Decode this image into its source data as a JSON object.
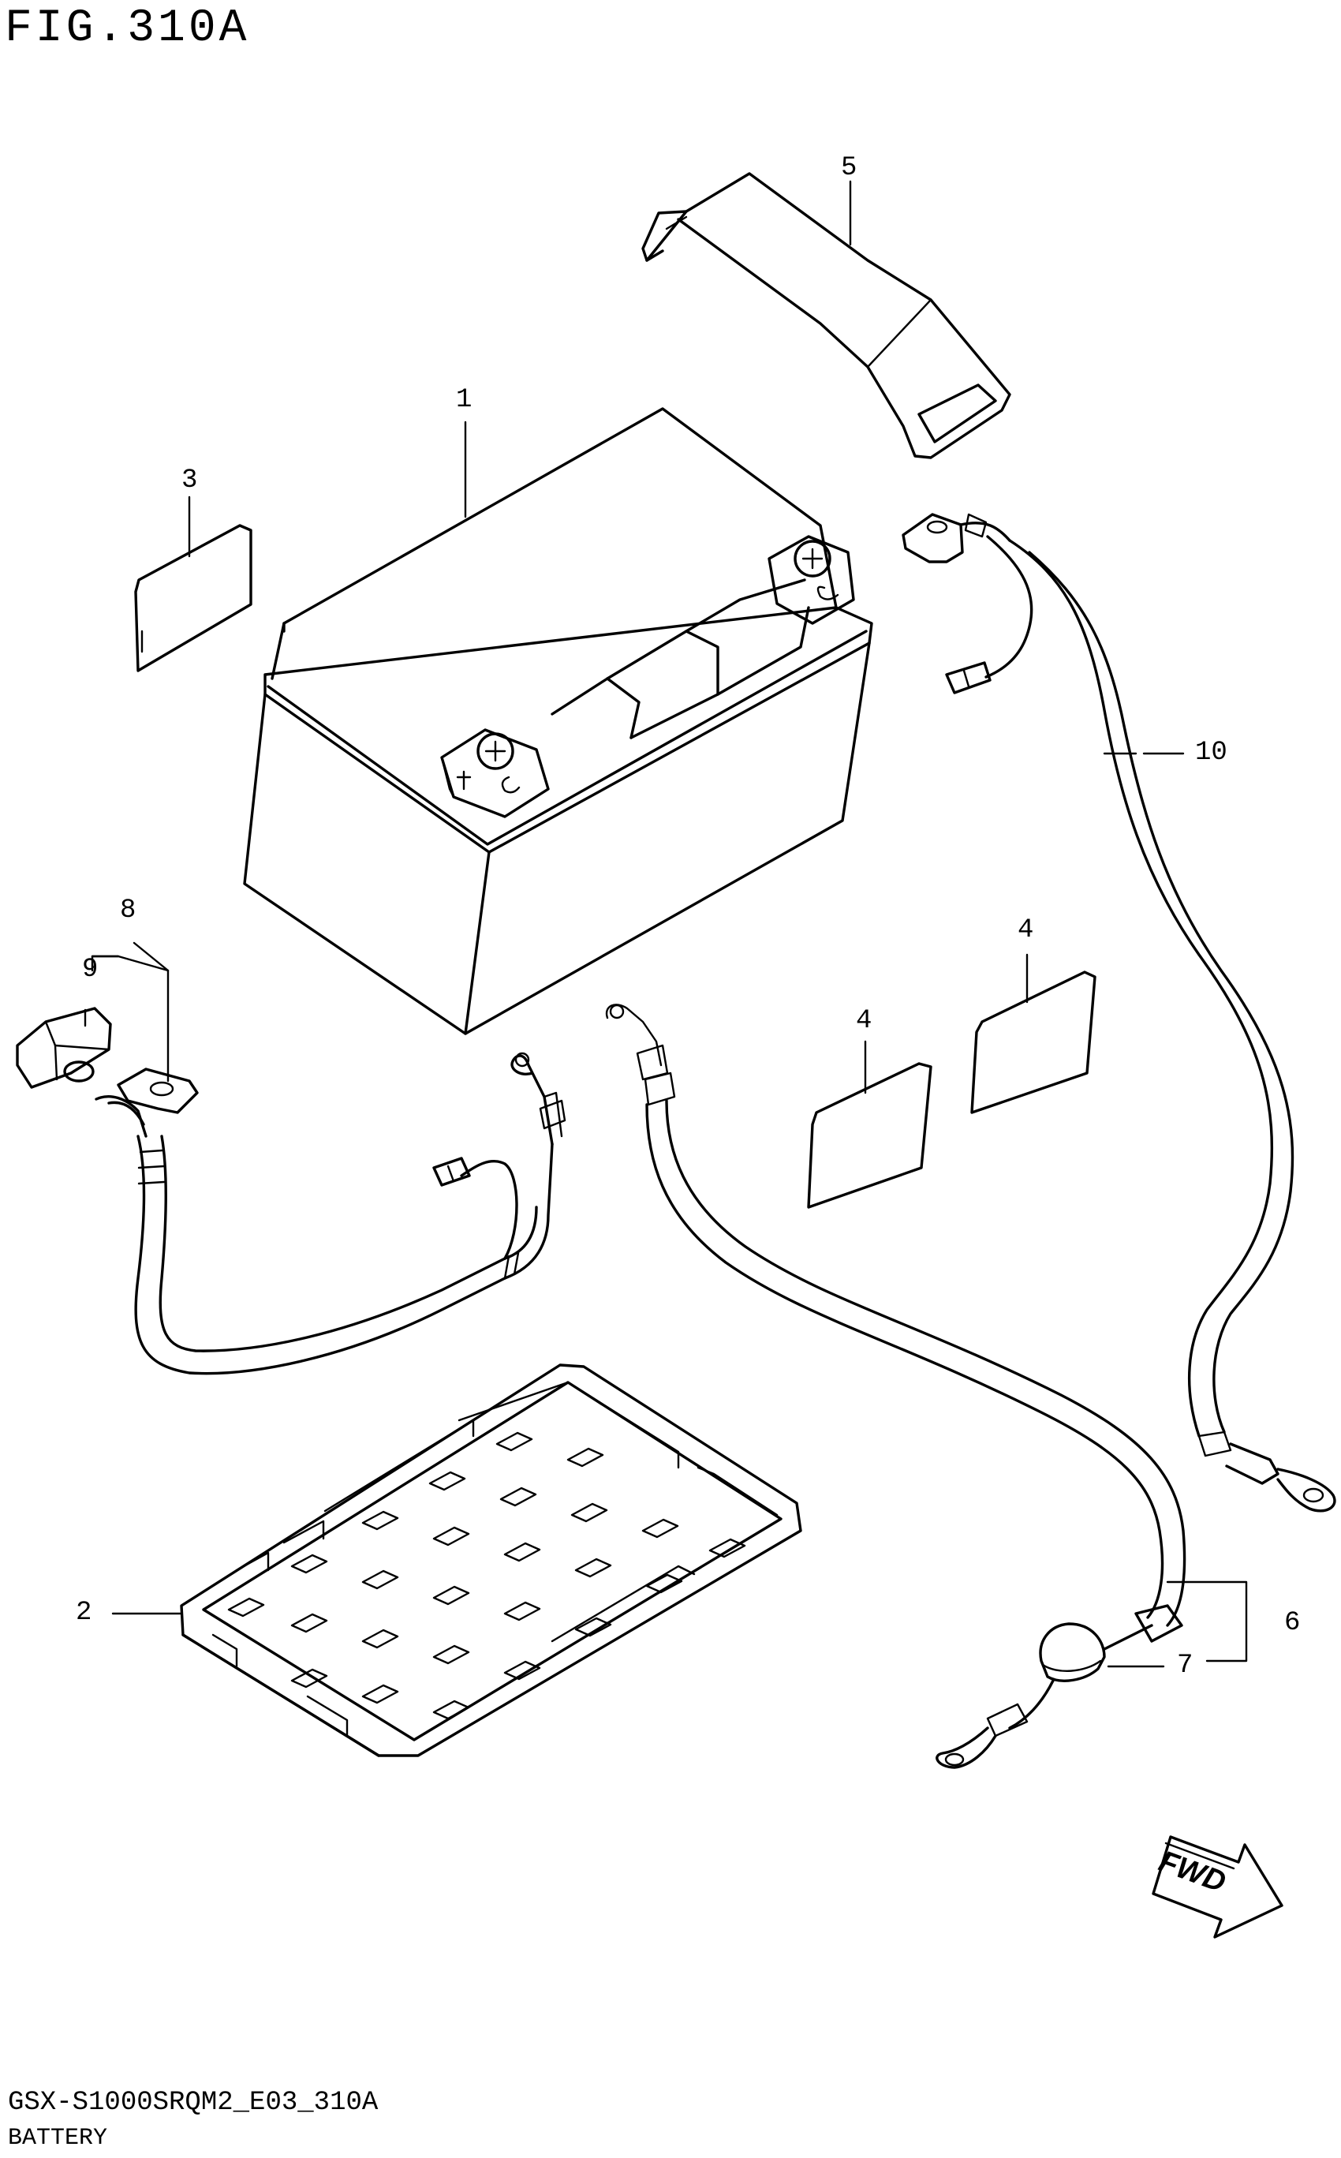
{
  "figure": {
    "title": "FIG.310A",
    "code": "GSX-S1000SRQM2_E03_310A",
    "name": "BATTERY"
  },
  "direction_marker": "FWD",
  "callouts": [
    {
      "id": "c1",
      "label": "1"
    },
    {
      "id": "c2",
      "label": "2"
    },
    {
      "id": "c3",
      "label": "3"
    },
    {
      "id": "c4a",
      "label": "4"
    },
    {
      "id": "c4b",
      "label": "4"
    },
    {
      "id": "c5",
      "label": "5"
    },
    {
      "id": "c6",
      "label": "6"
    },
    {
      "id": "c7",
      "label": "7"
    },
    {
      "id": "c8",
      "label": "8"
    },
    {
      "id": "c9",
      "label": "9"
    },
    {
      "id": "c10",
      "label": "10"
    }
  ]
}
